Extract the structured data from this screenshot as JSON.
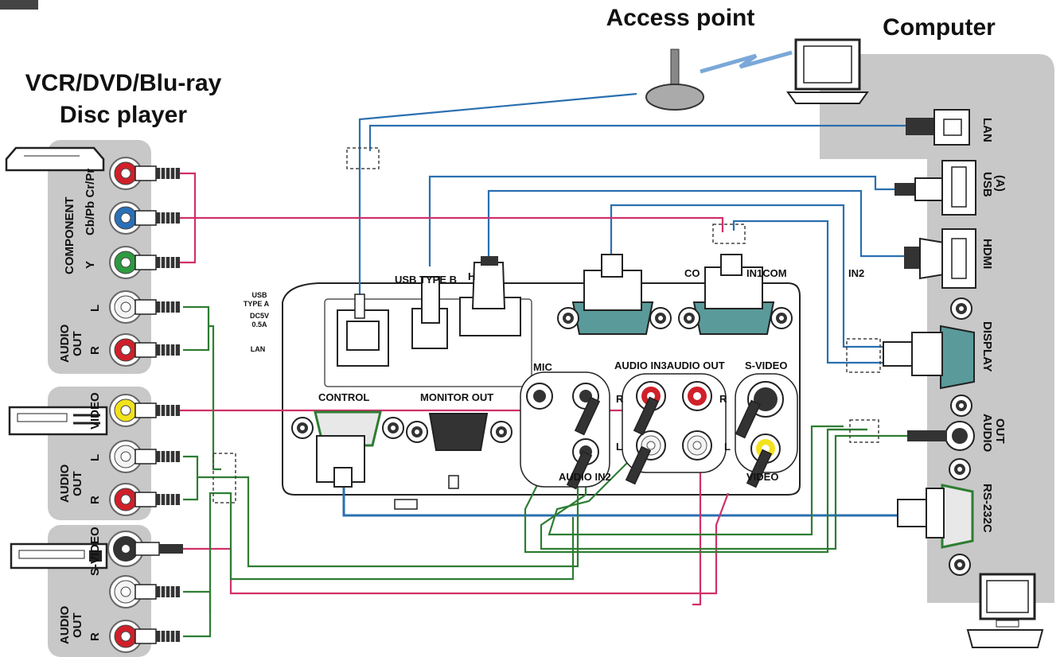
{
  "titles": {
    "source": "VCR/DVD/Blu-ray",
    "source2": "Disc player",
    "access_point": "Access point",
    "computer": "Computer"
  },
  "left_labels": {
    "component": "COMPONENT",
    "crpr": "Cb/Pb Cr/Pr",
    "y": "Y",
    "audio_out": "AUDIO",
    "out": "OUT",
    "l": "L",
    "r": "R",
    "video": "VIDEO",
    "svideo": "S-VIDEO"
  },
  "projector_labels": {
    "usb_type_a": "USB",
    "usb_type_a2": "TYPE A",
    "dc5v": "DC5V",
    "amp": "0.5A",
    "lan": "LAN",
    "usb_type_b": "USB TYPE B",
    "h": "H",
    "co": "CO",
    "in1com": "IN1COM",
    "in2": "IN2",
    "control": "CONTROL",
    "monitor_out": "MONITOR OUT",
    "mic": "MIC",
    "audio_in3": "AUDIO IN3AUDIO OUT",
    "svideo": "S-VIDEO",
    "r": "R",
    "l": "L",
    "audio_in2": "AUDIO IN2",
    "video": "VIDEO"
  },
  "right_labels": {
    "lan": "LAN",
    "usb": "USB",
    "usb_a": "(A)",
    "hdmi": "HDMI",
    "display": "DISPLAY",
    "audio": "AUDIO",
    "out": "OUT",
    "rs232c": "RS-232C"
  },
  "colors": {
    "panel": "#c8c8c8",
    "blue_cable": "#2a6fb0",
    "red_cable": "#d0306a",
    "green_cable": "#2e7d32",
    "rca_red": "#d0202a",
    "rca_blue": "#2a70b8",
    "rca_green": "#2e9a40",
    "rca_yellow": "#f2e21c",
    "teal": "#5a9a9a"
  }
}
